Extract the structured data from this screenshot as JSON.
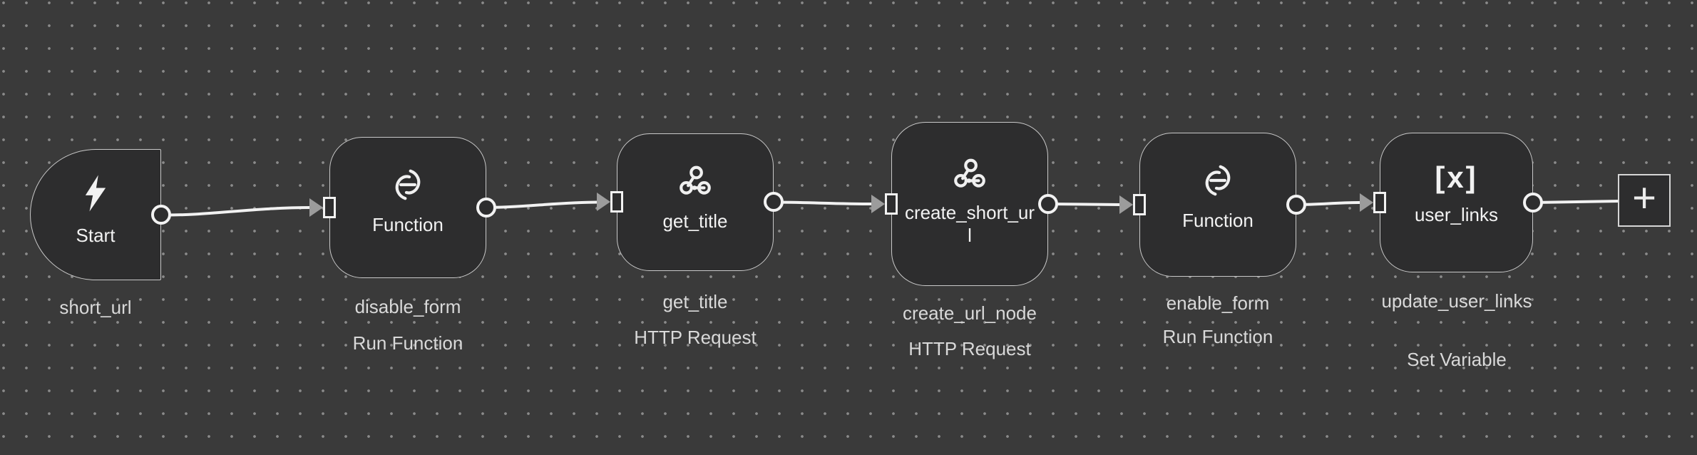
{
  "canvas": {
    "background_color": "#3a3a3a",
    "dot_color": "#8a8a8a",
    "node_fill": "#2d2d2e",
    "node_border_color": "#c9c9c9",
    "wire_color": "#f2f2f2",
    "arrow_color": "#9c9c9c",
    "title_color": "#f2f2f2",
    "label_color": "#d9d9d9"
  },
  "nodes": [
    {
      "id": "start",
      "title": "Start",
      "name_label": "short_url",
      "icon": "lightning-icon"
    },
    {
      "id": "disable_form",
      "title": "Function",
      "name_label": "disable_form",
      "type_label": "Run Function",
      "icon": "function-icon"
    },
    {
      "id": "get_title",
      "title": "get_title",
      "name_label": "get_title",
      "type_label": "HTTP Request",
      "icon": "webhook-icon"
    },
    {
      "id": "create_short_url",
      "title": "create_short_url",
      "name_label": "create_url_node",
      "type_label": "HTTP Request",
      "icon": "webhook-icon"
    },
    {
      "id": "enable_form",
      "title": "Function",
      "name_label": "enable_form",
      "type_label": "Run Function",
      "icon": "function-icon"
    },
    {
      "id": "user_links",
      "title": "user_links",
      "name_label": "update_user_links",
      "type_label": "Set Variable",
      "icon": "set-variable-icon"
    }
  ],
  "icons": {
    "set_variable_glyph": "[x]"
  },
  "add_button": {
    "label": "+"
  }
}
